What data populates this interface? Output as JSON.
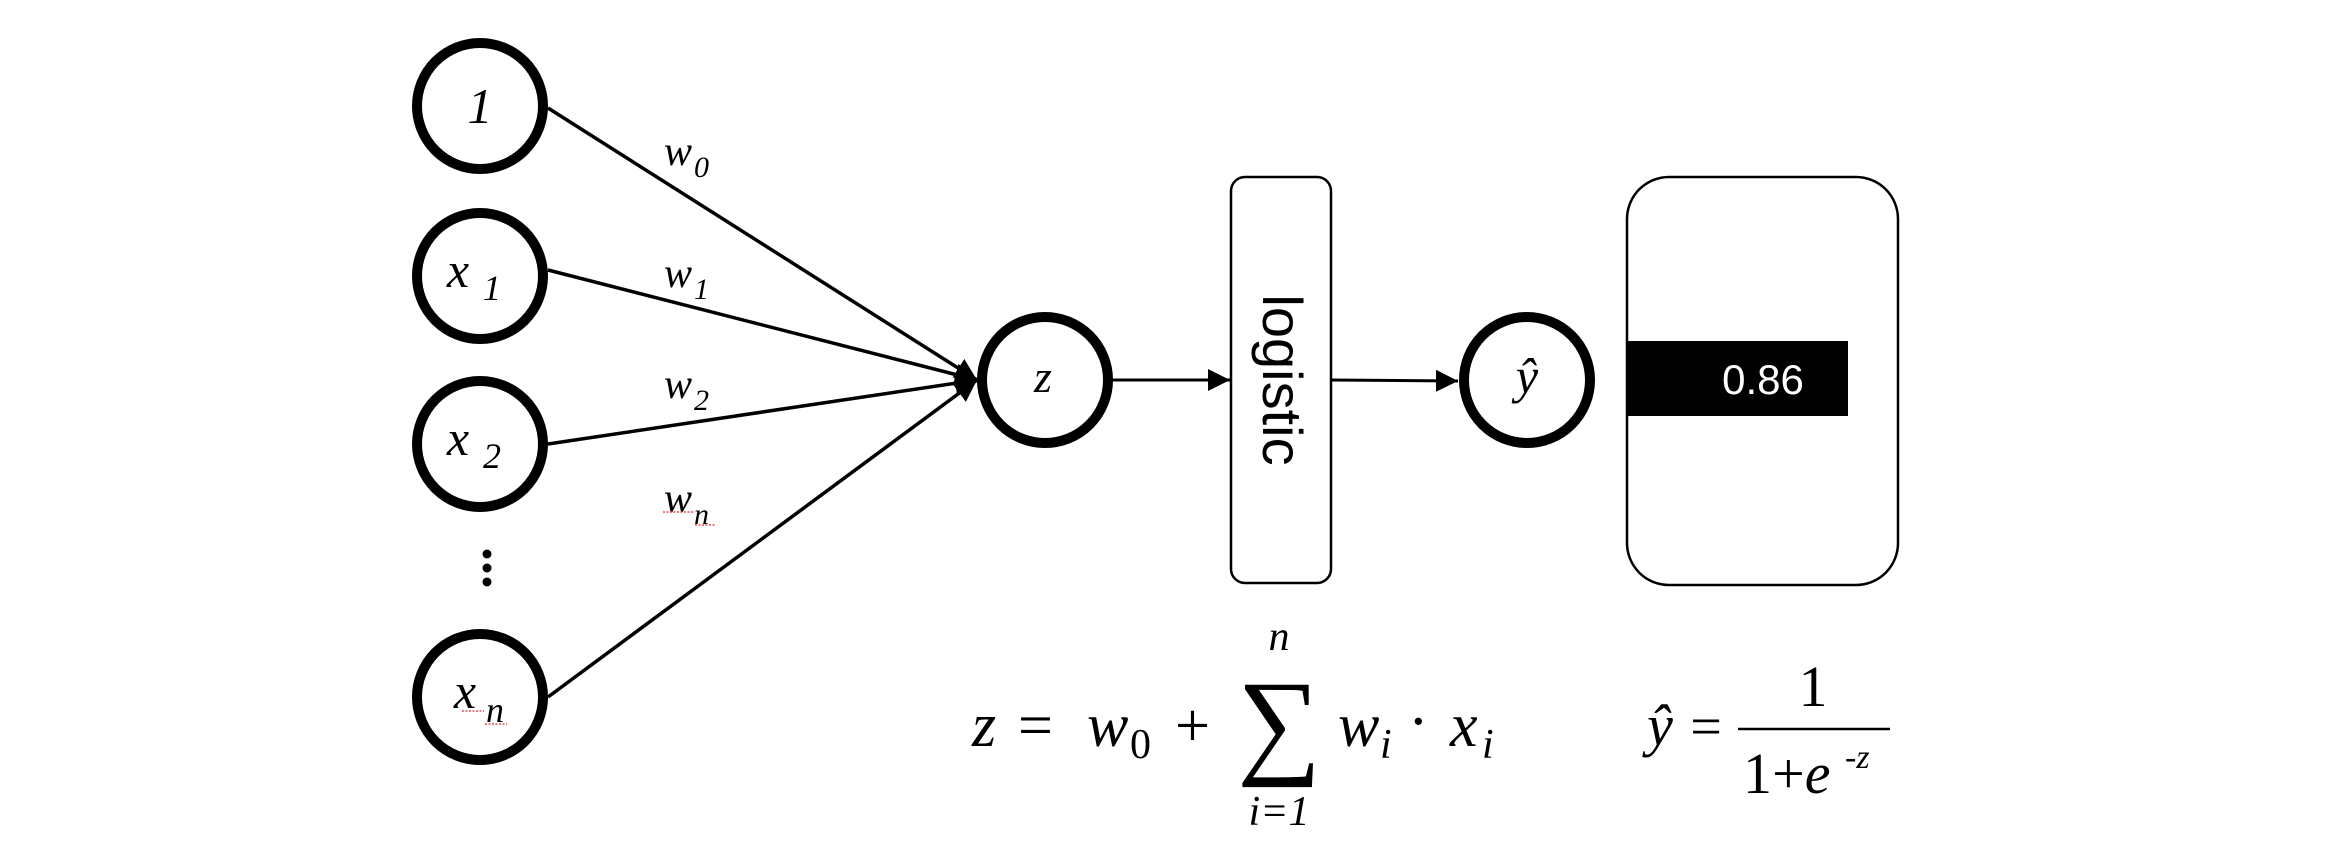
{
  "diagram": {
    "title": "Logistic regression neuron",
    "inputs": [
      {
        "id": "bias",
        "symbol": "1",
        "sub": "",
        "weight_symbol": "w",
        "weight_sub": "0",
        "spellcheck": false
      },
      {
        "id": "x1",
        "symbol": "x",
        "sub": "1",
        "weight_symbol": "w",
        "weight_sub": "1",
        "spellcheck": false
      },
      {
        "id": "x2",
        "symbol": "x",
        "sub": "2",
        "weight_symbol": "w",
        "weight_sub": "2",
        "spellcheck": false
      },
      {
        "id": "xn",
        "symbol": "x",
        "sub": "n",
        "weight_symbol": "w",
        "weight_sub": "n",
        "spellcheck": true
      }
    ],
    "ellipsis": "⋮",
    "sum_node": {
      "symbol": "z"
    },
    "activation": {
      "label": "logistic"
    },
    "output_node": {
      "symbol": "ŷ"
    },
    "output_value": {
      "value": "0.86",
      "probability": 0.86
    },
    "formula_z": {
      "lhs": "z",
      "eq": "=",
      "w0": "w",
      "w0_sub": "0",
      "plus": "+",
      "sigma": "∑",
      "upper": "n",
      "lower": "i=1",
      "wi": "w",
      "wi_sub": "i",
      "dot": "·",
      "xi": "x",
      "xi_sub": "i"
    },
    "formula_y": {
      "lhs": "ŷ",
      "eq": "=",
      "numerator": "1",
      "denominator": "1+e",
      "exponent": "-z"
    },
    "colors": {
      "stroke": "#000000",
      "background": "#ffffff",
      "value_bar": "#000000",
      "value_text": "#ffffff",
      "spellcheck": "#e05050"
    }
  }
}
